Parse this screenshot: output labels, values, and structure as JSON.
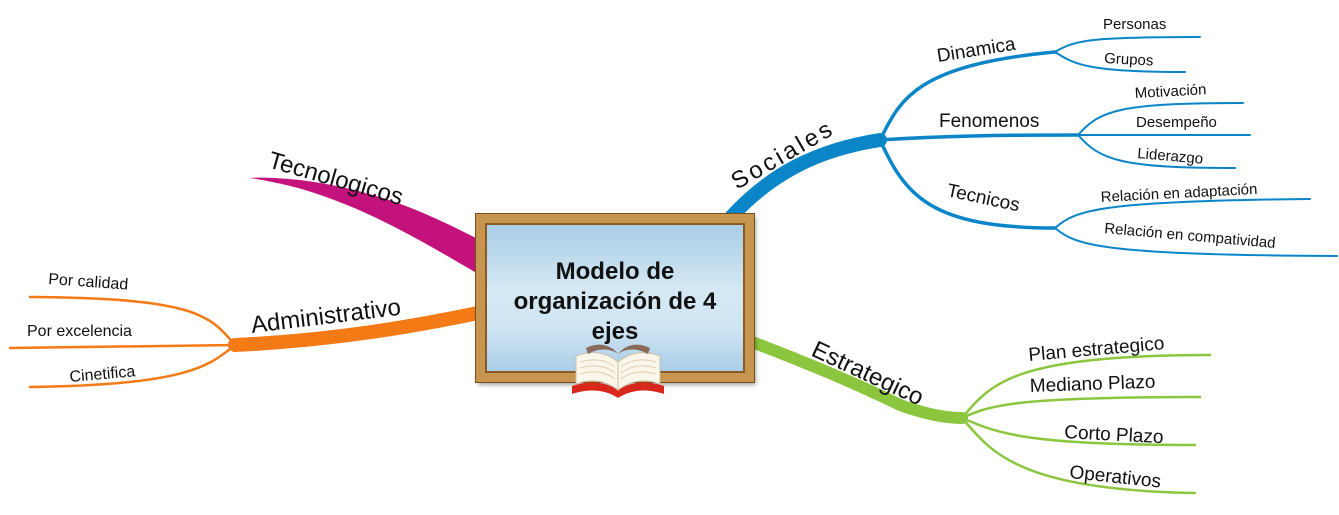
{
  "center": {
    "title": "Modelo de organización de 4 ejes"
  },
  "colors": {
    "sociales": "#0a85c7",
    "estrategico": "#8cc63f",
    "administrativo": "#f47a15",
    "tecnologicos": "#c4127c"
  },
  "branches": {
    "sociales": {
      "label": "Sociales",
      "children": [
        {
          "label": "Dinamica",
          "leaves": [
            "Personas",
            "Grupos"
          ]
        },
        {
          "label": "Fenomenos",
          "leaves": [
            "Motivación",
            "Desempeño",
            "Liderazgo"
          ]
        },
        {
          "label": "Tecnicos",
          "leaves": [
            "Relación en adaptación",
            "Relación en compatividad"
          ]
        }
      ]
    },
    "estrategico": {
      "label": "Estrategico",
      "leaves": [
        "Plan estrategico",
        "Mediano Plazo",
        "Corto Plazo",
        "Operativos"
      ]
    },
    "administrativo": {
      "label": "Administrativo",
      "leaves": [
        "Por calidad",
        "Por excelencia",
        "Cinetifica"
      ]
    },
    "tecnologicos": {
      "label": "Tecnologicos"
    }
  }
}
